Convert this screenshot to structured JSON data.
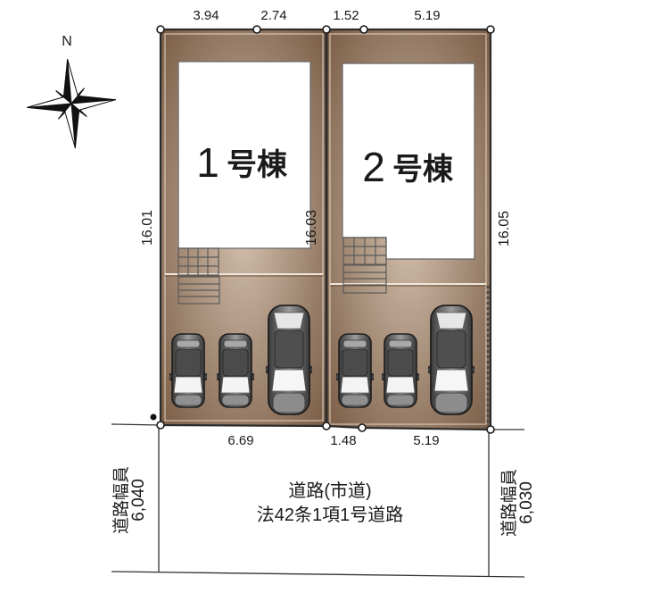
{
  "compass": {
    "label": "N"
  },
  "dimensions": {
    "top": [
      "3.94",
      "2.74",
      "1.52",
      "5.19"
    ],
    "bottom": [
      "6.69",
      "1.48",
      "5.19"
    ],
    "left": "16.01",
    "middle": "16.03",
    "right": "16.05"
  },
  "buildings": [
    {
      "number": "1",
      "suffix": "号棟"
    },
    {
      "number": "2",
      "suffix": "号棟"
    }
  ],
  "road": {
    "name": "道路(市道)",
    "classification": "法42条1項1号道路",
    "left_width": {
      "label": "道路幅員",
      "value": "6,040"
    },
    "right_width": {
      "label": "道路幅員",
      "value": "6,030"
    }
  },
  "colors": {
    "lot_fill_light": "#d2bfac",
    "lot_fill_dark": "#7a5d46",
    "outline": "#2b2b2b",
    "house_fill": "#ffffff",
    "car_dark": "#3a3a3a",
    "car_light": "#9c9c9c"
  }
}
